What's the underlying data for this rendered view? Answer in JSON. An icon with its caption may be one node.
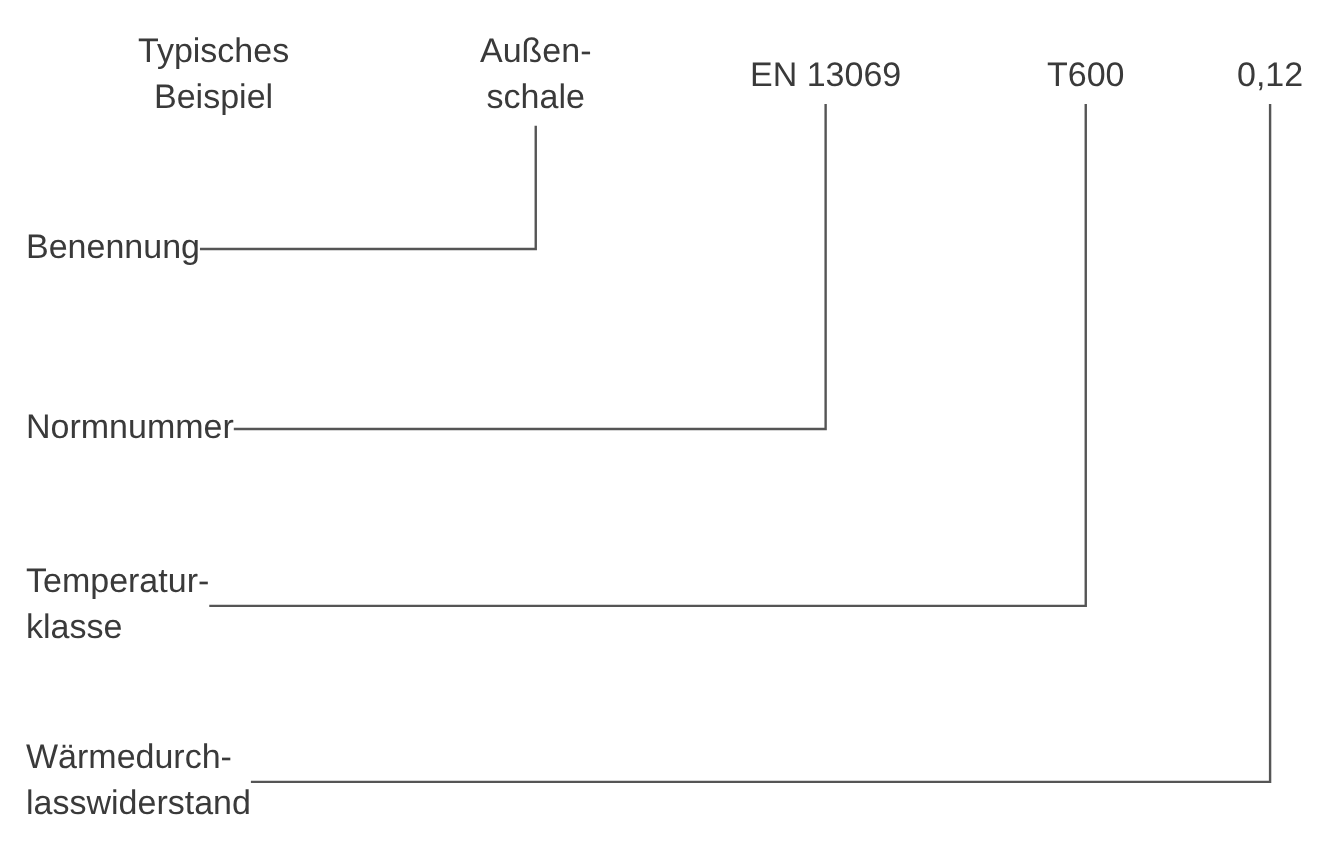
{
  "diagram": {
    "nodes": [
      {
        "text": [
          "Außen- schale"
        ]
      },
      {
        "text": [
          "EN 13069"
        ]
      },
      {
        "text": [
          "T600"
        ]
      },
      {
        "text": [
          "0,12"
        ]
      },
      {
        "text": [
          "Benennung"
        ]
      },
      {
        "text": [
          "Normnummer"
        ]
      },
      {
        "text": [
          "Temperatur- klasse"
        ]
      },
      {
        "text": [
          "Wärmedurch- lasswiderstand"
        ]
      }
    ],
    "edges": [
      {
        "from": 4,
        "to": 0,
        "arrow": "none"
      },
      {
        "from": 5,
        "to": 1,
        "arrow": "none"
      },
      {
        "from": 6,
        "to": 2,
        "arrow": "none"
      },
      {
        "from": 7,
        "to": 3,
        "arrow": "none"
      }
    ],
    "labels": [
      "Typisches Beispiel"
    ]
  }
}
